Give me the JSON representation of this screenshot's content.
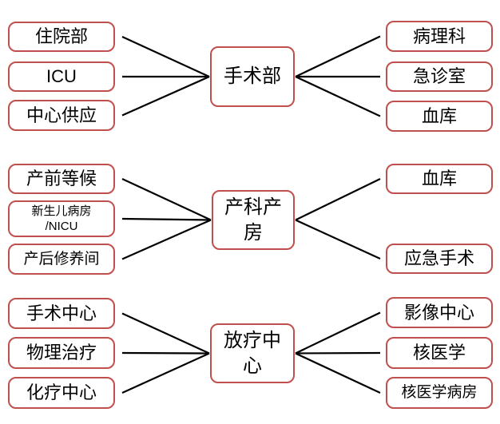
{
  "diagram": {
    "title": "",
    "groups": [
      {
        "center": "手术部",
        "left": [
          "住院部",
          "ICU",
          "中心供应"
        ],
        "right": [
          "病理科",
          "急诊室",
          "血库"
        ]
      },
      {
        "center": "产科产房",
        "left": [
          "产前等候",
          "新生儿病房\n/NICU",
          "产后修养间"
        ],
        "right": [
          "血库",
          "应急手术"
        ]
      },
      {
        "center": "放疗中心",
        "left": [
          "手术中心",
          "物理治疗",
          "化疗中心"
        ],
        "right": [
          "影像中心",
          "核医学",
          "核医学病房"
        ]
      }
    ],
    "colors": {
      "box_border": "#c0504d",
      "box_background": "#ffffff",
      "text": "#000000",
      "connector": "#000000"
    }
  }
}
